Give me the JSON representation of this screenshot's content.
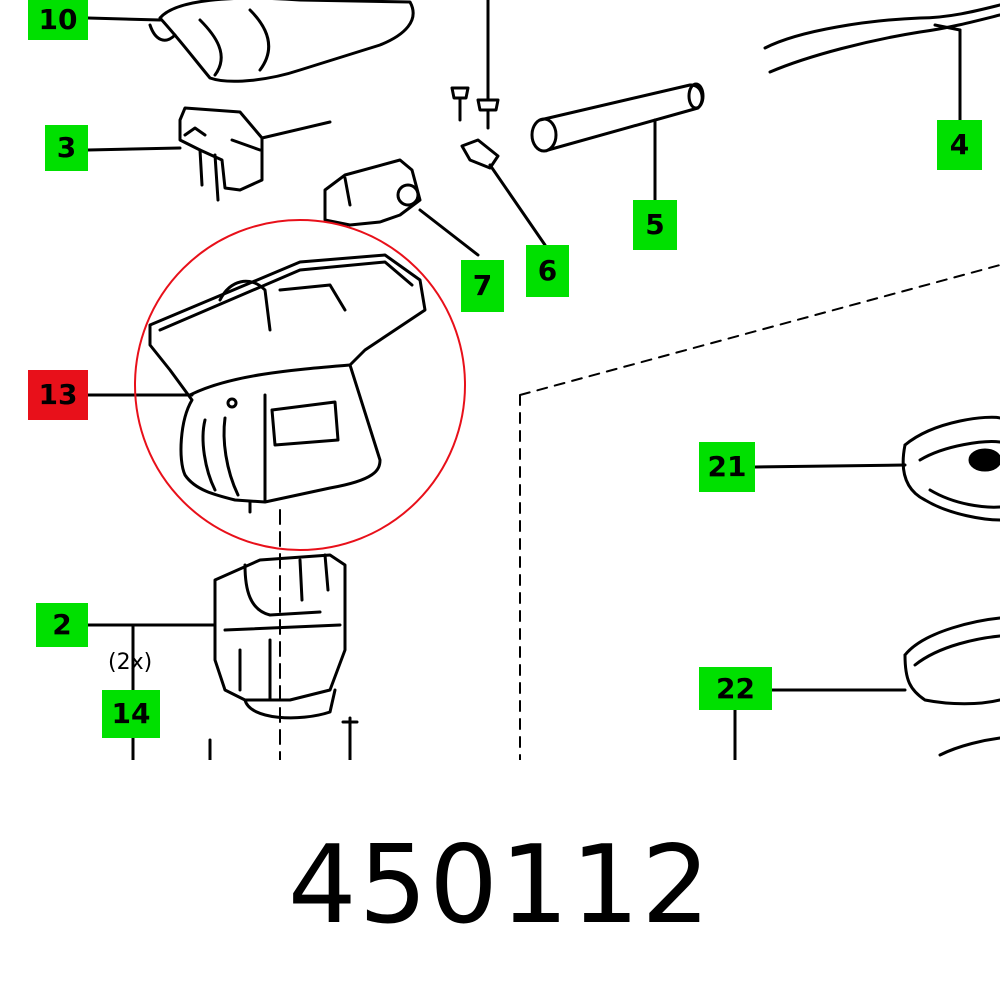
{
  "callouts": [
    {
      "id": "10",
      "label": "10",
      "color": "green"
    },
    {
      "id": "3",
      "label": "3",
      "color": "green"
    },
    {
      "id": "4",
      "label": "4",
      "color": "green"
    },
    {
      "id": "5",
      "label": "5",
      "color": "green"
    },
    {
      "id": "6",
      "label": "6",
      "color": "green"
    },
    {
      "id": "7",
      "label": "7",
      "color": "green"
    },
    {
      "id": "13",
      "label": "13",
      "color": "red"
    },
    {
      "id": "21",
      "label": "21",
      "color": "green"
    },
    {
      "id": "2",
      "label": "2",
      "color": "green"
    },
    {
      "id": "14",
      "label": "14",
      "color": "green"
    },
    {
      "id": "22",
      "label": "22",
      "color": "green"
    }
  ],
  "quantity_note": "(2x)",
  "part_number": "450112",
  "highlight_color": "#e8101a",
  "callout_green": "#00e000",
  "callout_red": "#e8101a"
}
